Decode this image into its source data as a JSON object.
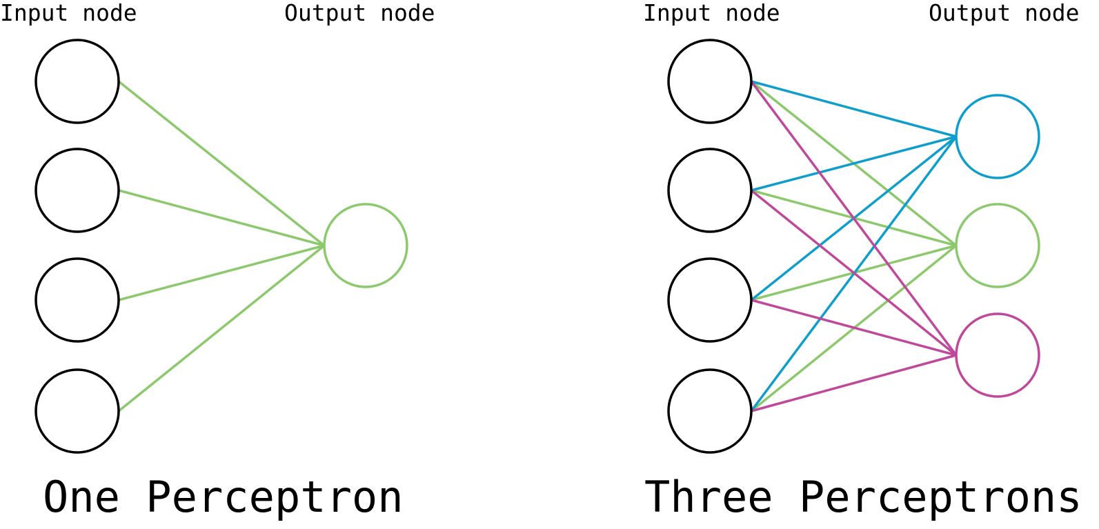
{
  "colors": {
    "input_node": "#000000",
    "green": "#8cc96c",
    "blue": "#0f9ecc",
    "magenta": "#c0489a"
  },
  "left_network": {
    "input_header": "Input node",
    "output_header": "Output node",
    "caption": "One Perceptron",
    "input_count": 4,
    "outputs": [
      {
        "color": "green"
      }
    ]
  },
  "right_network": {
    "input_header": "Input node",
    "output_header": "Output node",
    "caption": "Three Perceptrons",
    "input_count": 4,
    "outputs": [
      {
        "color": "blue"
      },
      {
        "color": "green"
      },
      {
        "color": "magenta"
      }
    ]
  }
}
